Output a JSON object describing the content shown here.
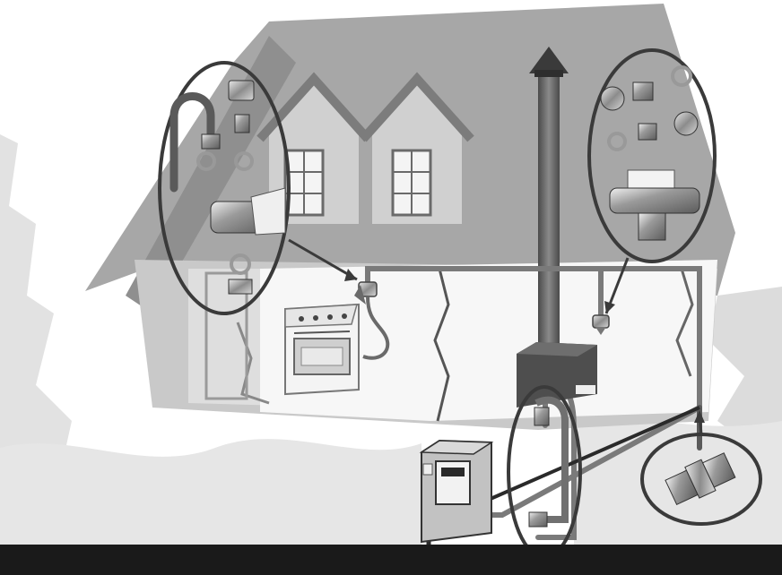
{
  "diagram": {
    "colors": {
      "background": "#ffffff",
      "ground": "#1a1a1a",
      "house_wall": "#bfbfbf",
      "house_roof": "#9a9a9a",
      "house_light": "#e8e8e8",
      "pipe": "#7a7a7a",
      "callout_ring": "#3a3a3a",
      "stove": "#f2f2f2",
      "meter_box": "#b5b5b5",
      "flue_pipe": "#6e6e6e",
      "boiler": "#5e5e5e"
    },
    "components": [
      {
        "id": "gas-stove",
        "icon": "stove-icon"
      },
      {
        "id": "gas-meter",
        "icon": "meter-icon"
      },
      {
        "id": "boiler",
        "icon": "boiler-icon"
      },
      {
        "id": "chimney-flue",
        "icon": "chimney-icon"
      },
      {
        "id": "shutoff-valve-kitchen",
        "icon": "valve-icon"
      },
      {
        "id": "shutoff-valve-boiler",
        "icon": "valve-icon"
      },
      {
        "id": "insulating-coupling",
        "icon": "coupling-icon"
      }
    ],
    "callouts": [
      {
        "id": "callout-stove-fittings",
        "icon": "fittings-icon"
      },
      {
        "id": "callout-valve-fittings",
        "icon": "fittings-icon"
      },
      {
        "id": "callout-boiler-connection",
        "icon": "pipe-bend-icon"
      },
      {
        "id": "callout-coupling",
        "icon": "coupling-icon"
      }
    ]
  }
}
